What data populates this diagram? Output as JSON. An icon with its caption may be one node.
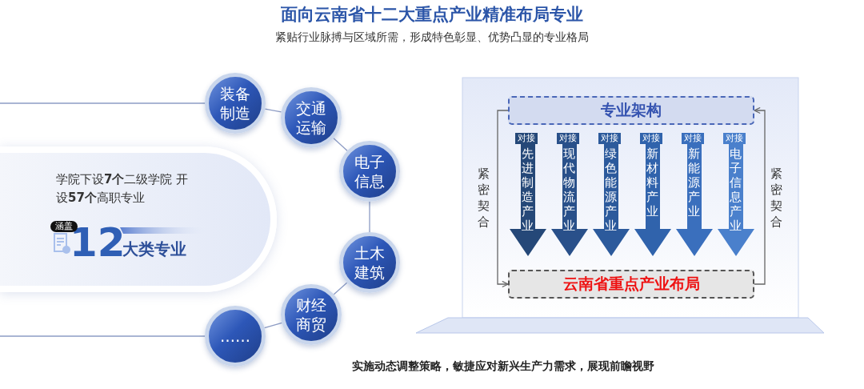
{
  "diagram": {
    "title": "面向云南省十二大重点产业精准布局专业",
    "caption": "实施动态调整策略，敏捷应对新兴生产力需求，展现前瞻视野",
    "nodes": [
      {
        "text": [
          "学院下设**7个**二级学院 开设**57个**高职专业",
          "涵盖",
          "12",
          "大类专业"
        ]
      },
      {
        "text": [
          "装备制造"
        ]
      },
      {
        "text": [
          "交通运输"
        ]
      },
      {
        "text": [
          "电子信息"
        ]
      },
      {
        "text": [
          "土木建筑"
        ]
      },
      {
        "text": [
          "财经商贸"
        ]
      },
      {
        "text": [
          "……"
        ]
      },
      {
        "text": [
          "专业架构"
        ]
      },
      {
        "text": [
          "对接",
          "先进制造产业"
        ]
      },
      {
        "text": [
          "对接",
          "现代物流产业"
        ]
      },
      {
        "text": [
          "对接",
          "绿色能源产业"
        ]
      },
      {
        "text": [
          "对接",
          "新材料产业"
        ]
      },
      {
        "text": [
          "对接",
          "新能源产业"
        ]
      },
      {
        "text": [
          "对接",
          "电子信息产业"
        ]
      },
      {
        "text": [
          "云南省重点产业布局"
        ]
      }
    ],
    "edges": [
      {
        "from": null,
        "to": 1,
        "arrow": "none"
      },
      {
        "from": 1,
        "to": 2,
        "arrow": "none"
      },
      {
        "from": 2,
        "to": 3,
        "arrow": "none"
      },
      {
        "from": 3,
        "to": 4,
        "arrow": "none"
      },
      {
        "from": 4,
        "to": 5,
        "arrow": "none"
      },
      {
        "from": 5,
        "to": 6,
        "arrow": "none"
      },
      {
        "from": null,
        "to": 6,
        "arrow": "none"
      },
      {
        "from": 7,
        "to": 14,
        "arrow": "to",
        "label": "紧密契合",
        "color": "#666666"
      },
      {
        "from": 14,
        "to": 7,
        "arrow": "to",
        "label": "紧密契合",
        "color": "#666666"
      }
    ],
    "labels": [
      "紧贴行业脉搏与区域所需，形成特色彰显、优势凸显的专业格局"
    ]
  }
}
